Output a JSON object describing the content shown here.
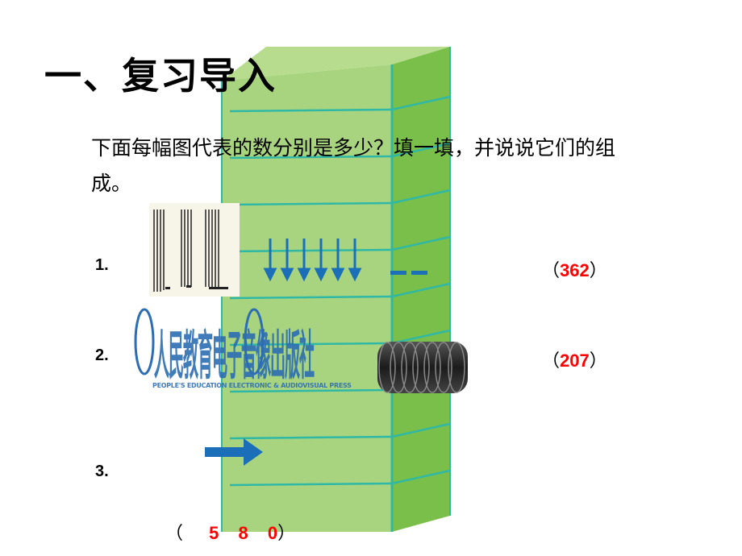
{
  "title": "一、复习导入",
  "intro": "下面每幅图代表的数分别是多少？填一填，并说说它们的组成。",
  "items": [
    {
      "number": "1.",
      "open": "（",
      "answer": "362",
      "close": "）"
    },
    {
      "number": "2.",
      "open": "（",
      "answer": "207",
      "close": "）"
    },
    {
      "number": "3.",
      "open": "（",
      "digits": [
        "5",
        "8",
        "0"
      ],
      "close": "）"
    }
  ],
  "watermark": {
    "main": "人民教育电子音像出版社",
    "sub": "PEOPLE'S EDUCATION ELECTRONIC & AUDIOVISUAL PRESS"
  },
  "colors": {
    "prism_front": "#a9d47f",
    "prism_side": "#79bf4a",
    "prism_lines": "#2fb8a5",
    "arrow_blue": "#1a6fb8",
    "answer_red": "#ff0000",
    "logo_blue": "#2c6db3"
  }
}
